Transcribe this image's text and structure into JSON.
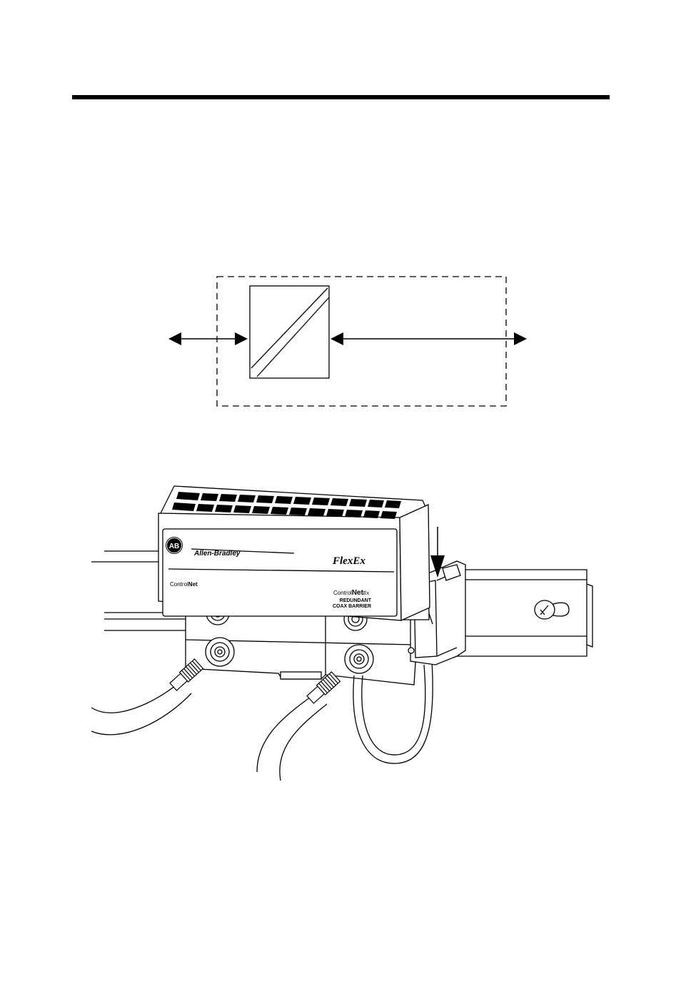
{
  "device": {
    "logo_initials": "AB",
    "brand": "Allen-Bradley",
    "series": "FlexEx",
    "left_label_prefix": "Control",
    "left_label_suffix": "Net",
    "right_label_prefix": "Control",
    "right_label_suffix": "Net",
    "right_label_ex": "Ex",
    "line1": "REDUNDANT",
    "line2": "COAX BARRIER"
  }
}
